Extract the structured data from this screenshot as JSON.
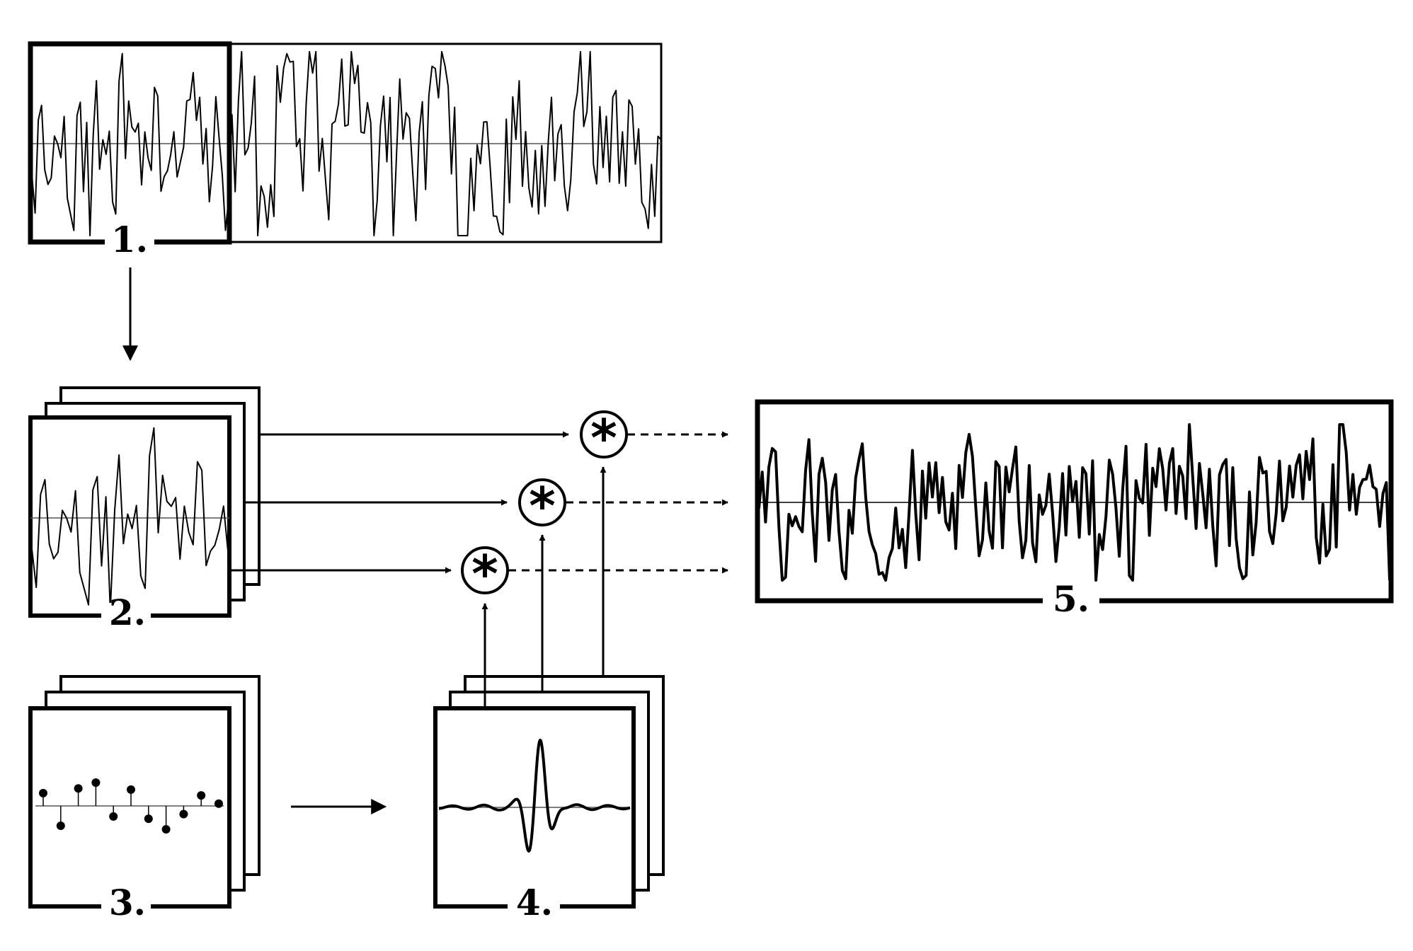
{
  "labels": {
    "step1": "1.",
    "step2": "2.",
    "step3": "3.",
    "step4": "4.",
    "step5": "5."
  },
  "convolution_symbol": "*",
  "icons": [
    "convolution-operator-icon",
    "arrow-right-icon",
    "arrow-down-icon",
    "arrow-up-icon"
  ],
  "colors": {
    "ink": "#000000",
    "baseline": "#555555",
    "background": "#ffffff"
  }
}
